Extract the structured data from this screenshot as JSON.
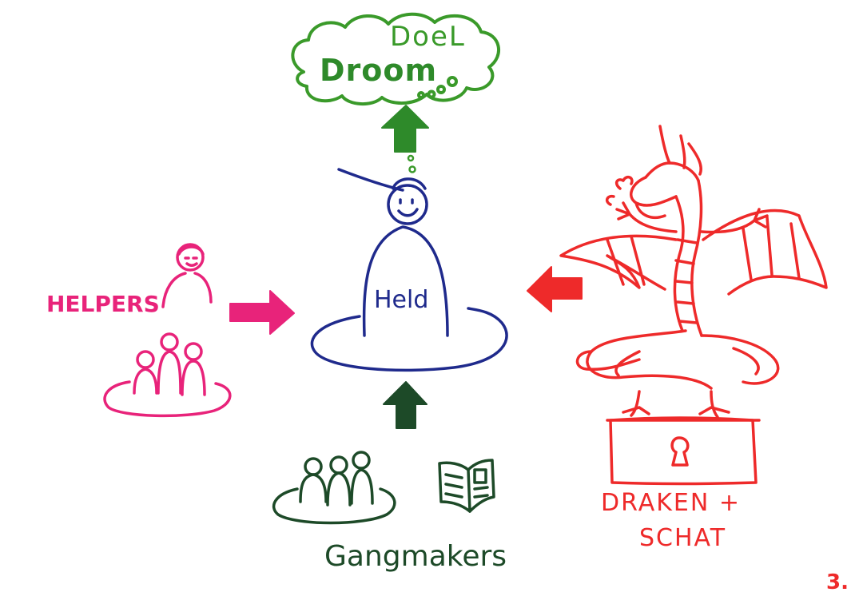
{
  "labels": {
    "doel": "DoeL",
    "droom": "Droom",
    "held": "Held",
    "helpers": "HELPERS",
    "draken": "DRAKEN +",
    "schat": "SCHAT",
    "gangmakers": "Gangmakers",
    "page_number": "3."
  },
  "colors": {
    "dream": "#3a9a2a",
    "dream_arrow": "#2e8a2a",
    "hero": "#1f2a8c",
    "helpers": "#e8237a",
    "dragon": "#ee2a2a",
    "gangmakers": "#1d4a28"
  },
  "icons": {
    "thought_cloud": "thought-cloud-icon",
    "hero": "hero-figure-icon",
    "helper_person": "person-icon",
    "helper_group": "group-icon",
    "gangmakers_group": "group-icon",
    "book": "open-book-icon",
    "dragon": "dragon-icon",
    "treasure": "treasure-chest-icon"
  }
}
